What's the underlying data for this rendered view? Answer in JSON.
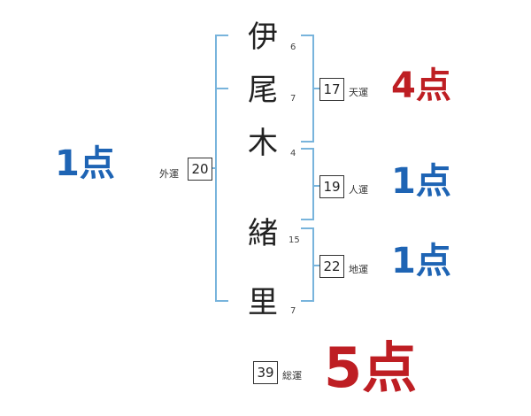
{
  "accent_color": "#78b4dc",
  "score_colors": {
    "blue": "#1e64b4",
    "red": "#be1e23"
  },
  "characters": [
    {
      "char": "伊",
      "strokes": "6"
    },
    {
      "char": "尾",
      "strokes": "7"
    },
    {
      "char": "木",
      "strokes": "4"
    },
    {
      "char": "緒",
      "strokes": "15"
    },
    {
      "char": "里",
      "strokes": "7"
    }
  ],
  "fortunes": {
    "gaiun": {
      "label": "外運",
      "value": "20",
      "score": "1点"
    },
    "tenun": {
      "label": "天運",
      "value": "17",
      "score": "4点"
    },
    "jinun": {
      "label": "人運",
      "value": "19",
      "score": "1点"
    },
    "chiun": {
      "label": "地運",
      "value": "22",
      "score": "1点"
    },
    "souun": {
      "label": "総運",
      "value": "39",
      "score": "5点"
    }
  }
}
